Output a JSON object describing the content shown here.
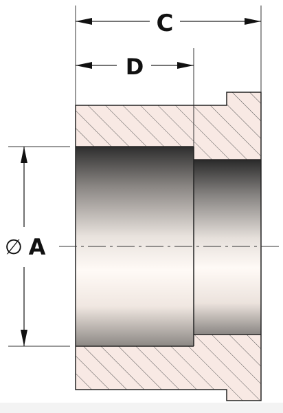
{
  "drawing": {
    "dimension_c": "C",
    "dimension_d": "D",
    "diameter_symbol": "∅",
    "dimension_a": "A"
  },
  "colors": {
    "section_fill": "#f8e9e4",
    "hatch": "#555555",
    "outline": "#222222",
    "bore_dark": "#2e2e2e",
    "bore_light": "#fffaf6"
  }
}
